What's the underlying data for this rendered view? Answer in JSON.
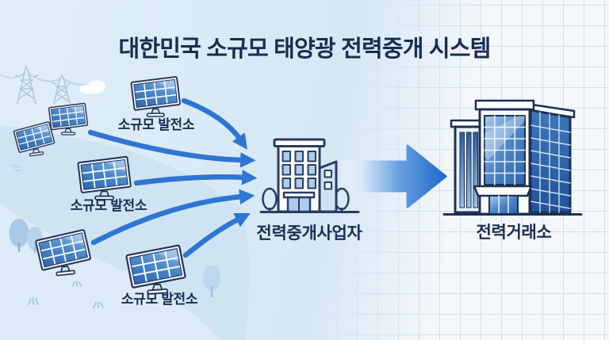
{
  "title": "대한민국 소규모 태양광 전력중개 시스템",
  "diagram": {
    "sources": [
      {
        "label": "소규모 발전소"
      },
      {
        "label": "소규모 발전소"
      },
      {
        "label": "소규모 발전소"
      }
    ],
    "intermediary": {
      "label": "전력중개사업자"
    },
    "destination": {
      "label": "전력거래소"
    }
  },
  "icons": {
    "solar_panel": "solar-panel-icon",
    "transmission_tower": "transmission-tower-icon",
    "cloud": "cloud-icon",
    "tree": "tree-icon",
    "broker_building": "broker-building-icon",
    "exchange_building": "exchange-building-icon",
    "flow_arrow": "flow-arrow-icon"
  },
  "colors": {
    "title_navy": "#1b2c52",
    "outline_navy": "#2b3c63",
    "arrow_blue": "#2e76d2",
    "big_arrow_blue": "#1d68c8",
    "panel_cell_blue": "#2a66ae",
    "glass_blue": "#2f6cb5",
    "sky": "#d8e9f6",
    "hill": "#cfe4f3",
    "grid_line": "#d2dee9"
  }
}
